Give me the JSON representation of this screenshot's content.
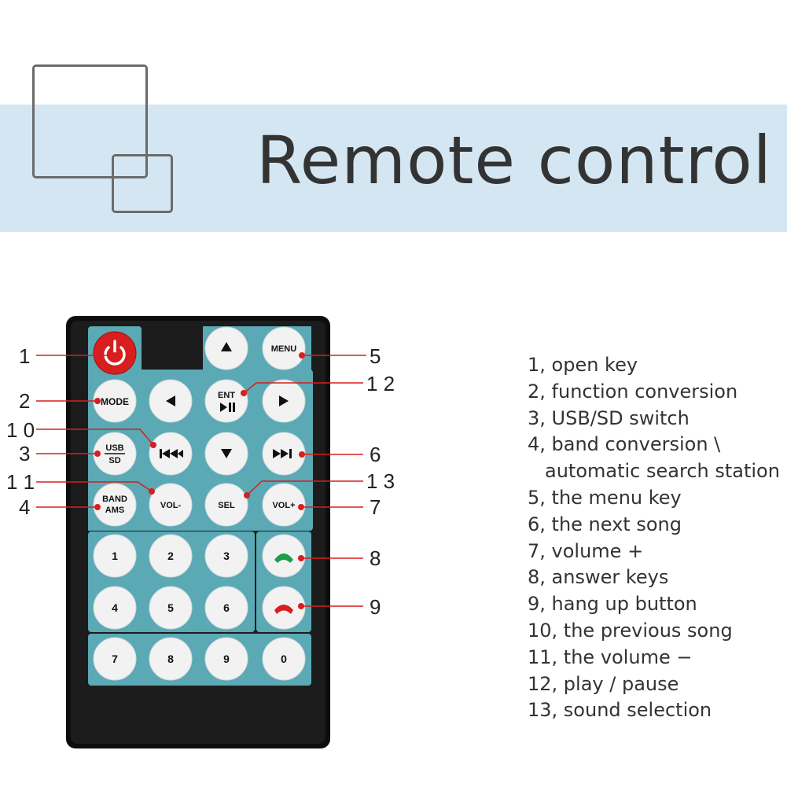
{
  "header": {
    "title": "Remote control"
  },
  "buttons": {
    "menu": "MENU",
    "mode": "MODE",
    "ent": "ENT",
    "usb": "USB",
    "sd": "SD",
    "band": "BAND",
    "ams": "AMS",
    "vol_minus": "VOL-",
    "sel": "SEL",
    "vol_plus": "VOL+",
    "n1": "1",
    "n2": "2",
    "n3": "3",
    "n4": "4",
    "n5": "5",
    "n6": "6",
    "n7": "7",
    "n8": "8",
    "n9": "9",
    "n0": "0"
  },
  "callouts": {
    "c1": "1",
    "c2": "2",
    "c3": "3",
    "c4": "4",
    "c5": "5",
    "c6": "6",
    "c7": "7",
    "c8": "8",
    "c9": "9",
    "c10": "1 0",
    "c11": "1 1",
    "c12": "1 2",
    "c13": "1 3"
  },
  "legend": [
    "1, open key",
    "2, function conversion",
    "3, USB/SD switch",
    "4, band conversion \\",
    "automatic search station",
    "5, the menu key",
    "6, the next song",
    "7, volume +",
    "8, answer keys",
    "9, hang up button",
    "10, the previous song",
    "11, the volume −",
    "12, play / pause",
    "13, sound selection"
  ],
  "colors": {
    "banner": "#d3e6f2",
    "panel": "#5aa9b5",
    "power": "#d81e1e",
    "answer": "#1a9e4a",
    "hangup": "#d81e1e"
  }
}
